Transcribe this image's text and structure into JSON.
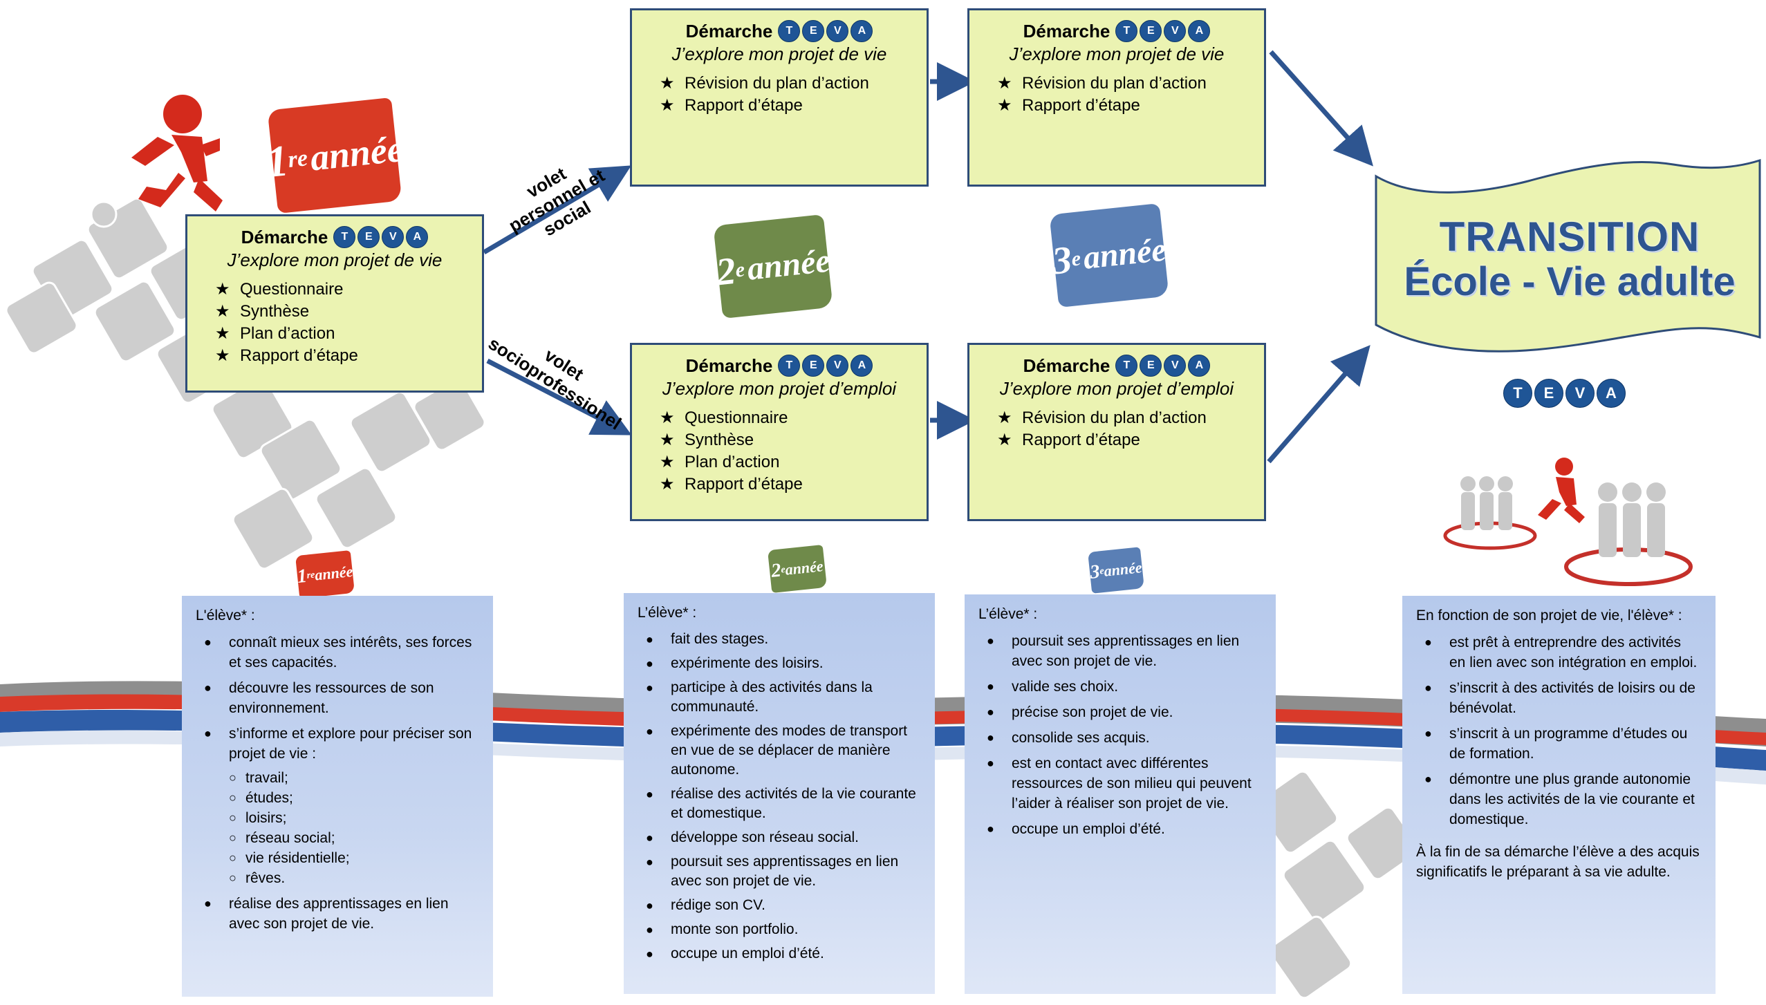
{
  "colors": {
    "box_fill": "#ebf3b2",
    "box_border": "#2e4c78",
    "arrow": "#2e5590",
    "puzzle_year1": "#d83a24",
    "puzzle_year2": "#6f8a4a",
    "puzzle_year3": "#5a7fb5",
    "info_fill": "#c4d3ef",
    "teva_icon": "#1f5596"
  },
  "teva_icons": [
    "T",
    "E",
    "V",
    "A"
  ],
  "years": {
    "y1": {
      "num": "1",
      "sup": "re",
      "word": "année"
    },
    "y2": {
      "num": "2",
      "sup": "e",
      "word": "année"
    },
    "y3": {
      "num": "3",
      "sup": "e",
      "word": "année"
    }
  },
  "branch_labels": {
    "upper_line1": "volet",
    "upper_line2": "personnel et social",
    "lower_line1": "volet",
    "lower_line2": "socioprofessionel"
  },
  "boxes": {
    "start": {
      "title": "Démarche",
      "subtitle": "J’explore mon projet de vie",
      "items": [
        "Questionnaire",
        "Synthèse",
        "Plan d’action",
        "Rapport d’étape"
      ]
    },
    "vie2": {
      "title": "Démarche",
      "subtitle": "J’explore mon projet de vie",
      "items": [
        "Révision du plan d’action",
        "Rapport d’étape"
      ]
    },
    "vie3": {
      "title": "Démarche",
      "subtitle": "J’explore mon projet de vie",
      "items": [
        "Révision du plan d’action",
        "Rapport d’étape"
      ]
    },
    "emploi2": {
      "title": "Démarche",
      "subtitle": "J’explore mon projet d’emploi",
      "items": [
        "Questionnaire",
        "Synthèse",
        "Plan d’action",
        "Rapport d’étape"
      ]
    },
    "emploi3": {
      "title": "Démarche",
      "subtitle": "J’explore mon projet d’emploi",
      "items": [
        "Révision du plan d’action",
        "Rapport d’étape"
      ]
    }
  },
  "transition": {
    "line1": "TRANSITION",
    "line2": "École - Vie adulte"
  },
  "panels": {
    "y1": {
      "lead": "L'élève* :",
      "items": [
        "connaît mieux ses intérêts, ses forces et ses capacités.",
        "découvre les ressources de son environnement.",
        "s’informe et explore pour préciser son projet de vie :",
        "réalise des apprentissages en lien avec son projet de vie."
      ],
      "subitems": [
        "travail;",
        "études;",
        "loisirs;",
        "réseau social;",
        "vie résidentielle;",
        "rêves."
      ]
    },
    "y2": {
      "lead": "L’élève* :",
      "items": [
        "fait des stages.",
        "expérimente des loisirs.",
        "participe à des activités dans la communauté.",
        "expérimente des modes de transport en vue de se déplacer de manière autonome.",
        "réalise des activités de la vie courante et domestique.",
        "développe son réseau social.",
        "poursuit ses apprentissages en lien avec son projet de vie.",
        "rédige son CV.",
        "monte son portfolio.",
        "occupe un emploi d’été."
      ]
    },
    "y3": {
      "lead": "L’élève* :",
      "items": [
        "poursuit ses apprentissages en lien avec son projet de vie.",
        "valide ses choix.",
        "précise son projet de vie.",
        "consolide ses acquis.",
        "est en contact avec différentes ressources de son milieu qui peuvent l’aider à réaliser son projet de vie.",
        "occupe un emploi d’été."
      ]
    },
    "adult": {
      "lead": "En fonction de son projet de vie, l'élève* :",
      "items": [
        "est prêt à entreprendre des activités en lien avec son intégration en emploi.",
        "s’inscrit à des activités de loisirs ou de bénévolat.",
        "s’inscrit à un programme d’études ou de formation.",
        "démontre une plus grande autonomie dans les activités de la vie courante et domestique."
      ],
      "tail": "À la fin de sa démarche l’élève a des acquis significatifs le préparant à sa vie adulte."
    }
  }
}
